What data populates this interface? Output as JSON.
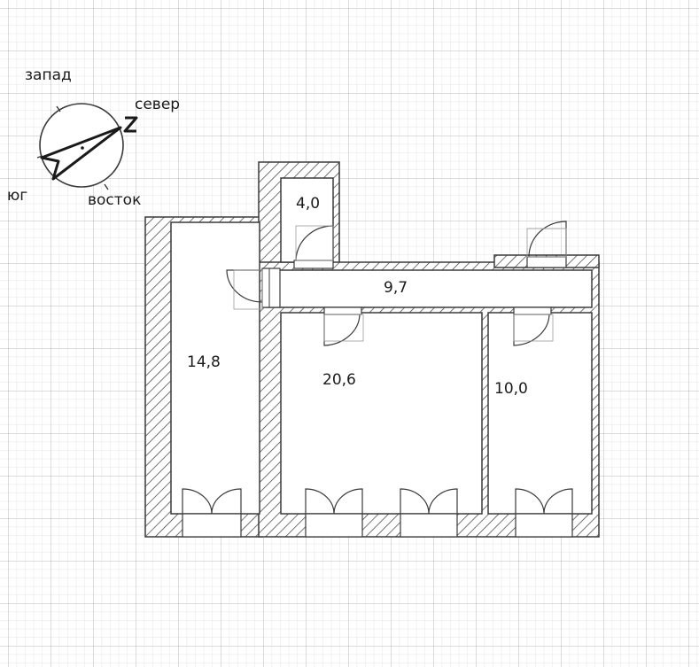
{
  "compass": {
    "west": "запад",
    "north": "север",
    "south": "юг",
    "east": "восток"
  },
  "rooms": {
    "storage": "4,0",
    "corridor": "9,7",
    "left_room": "14,8",
    "center_room": "20,6",
    "right_room": "10,0"
  },
  "colors": {
    "grid_major": "#b9b9b9",
    "grid_minor": "#e3e3e3",
    "wall": "#3a3a3a",
    "text": "#1a1a1a"
  }
}
